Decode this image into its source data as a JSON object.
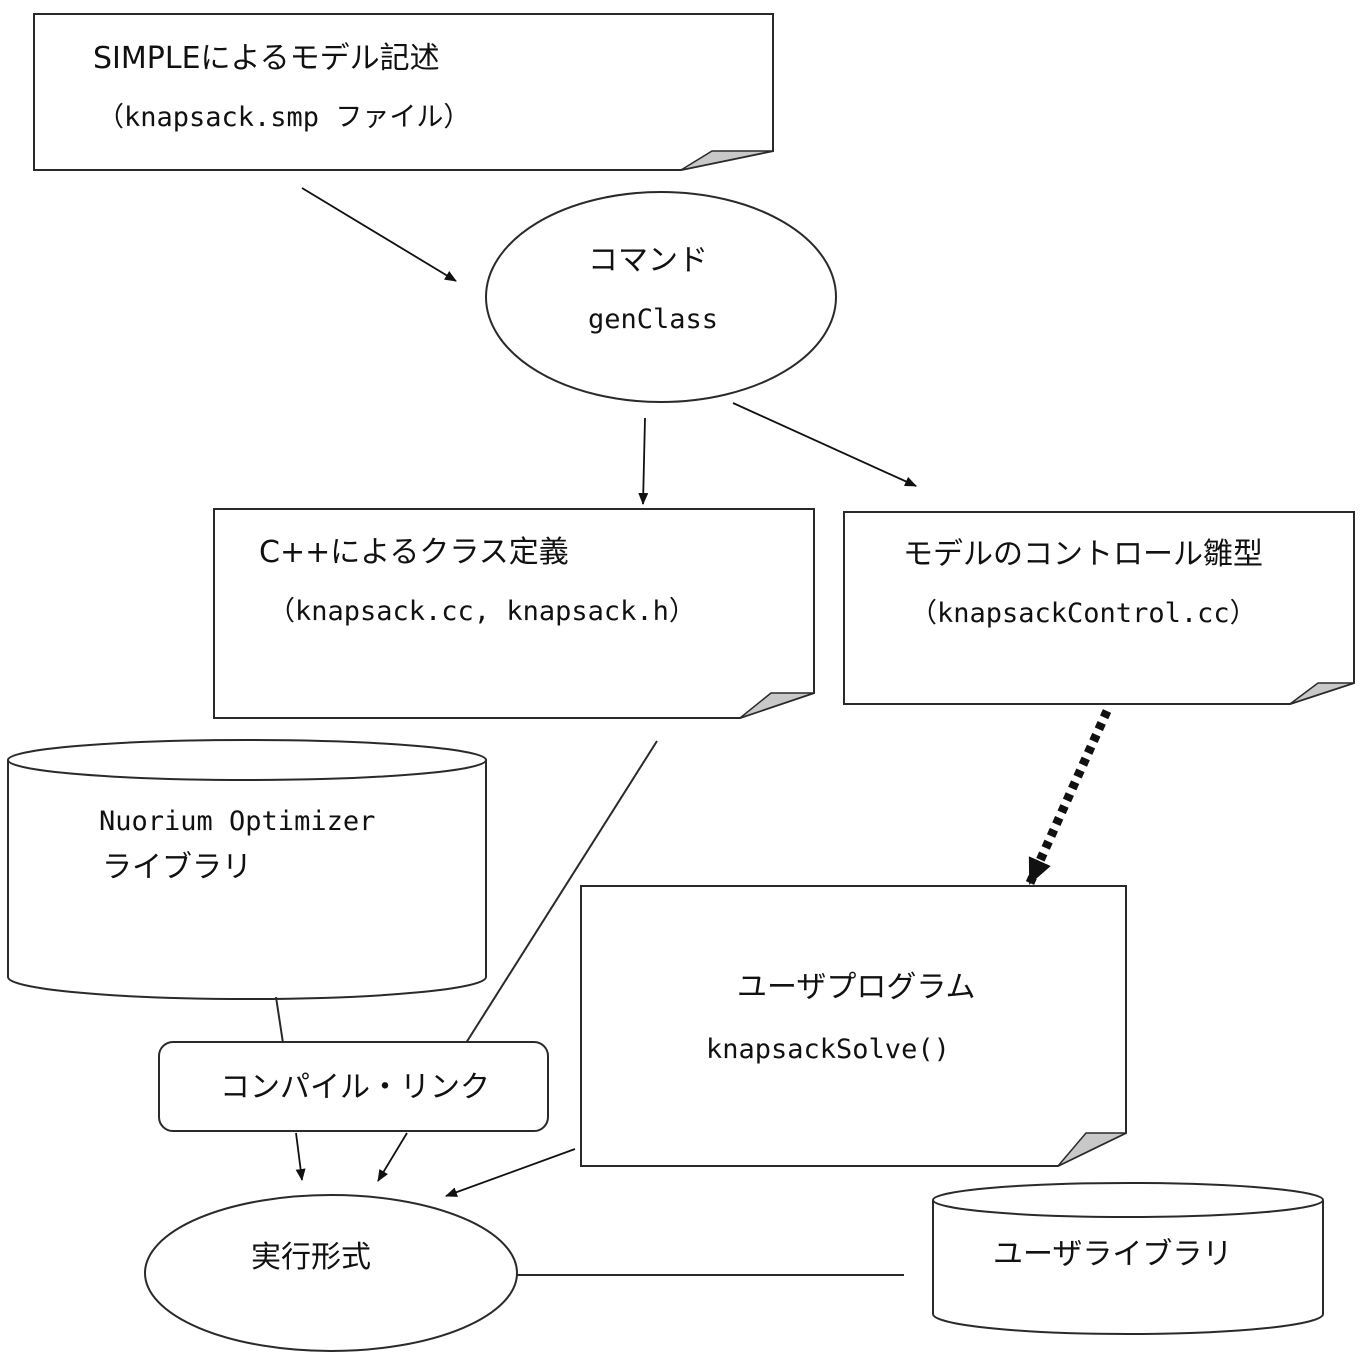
{
  "nodes": {
    "simple_doc": {
      "line1": "SIMPLEによるモデル記述",
      "line2": "（knapsack.smp ファイル）"
    },
    "command": {
      "line1": "コマンド",
      "line2": "genClass"
    },
    "class_def": {
      "line1": "C++によるクラス定義",
      "line2": "（knapsack.cc, knapsack.h）"
    },
    "control": {
      "line1": "モデルのコントロール雛型",
      "line2": "（knapsackControl.cc）"
    },
    "nuorium_lib": {
      "line1": "Nuorium Optimizer",
      "line2": "ライブラリ"
    },
    "user_program": {
      "line1": "ユーザプログラム",
      "line2": "knapsackSolve()"
    },
    "compile_link": {
      "label": "コンパイル・リンク"
    },
    "executable": {
      "label": "実行形式"
    },
    "user_lib": {
      "label": "ユーザライブラリ"
    }
  },
  "colors": {
    "stroke": "#2a2a2a",
    "fold": "#c8c8c8",
    "text": "#111111",
    "background": "#ffffff"
  }
}
